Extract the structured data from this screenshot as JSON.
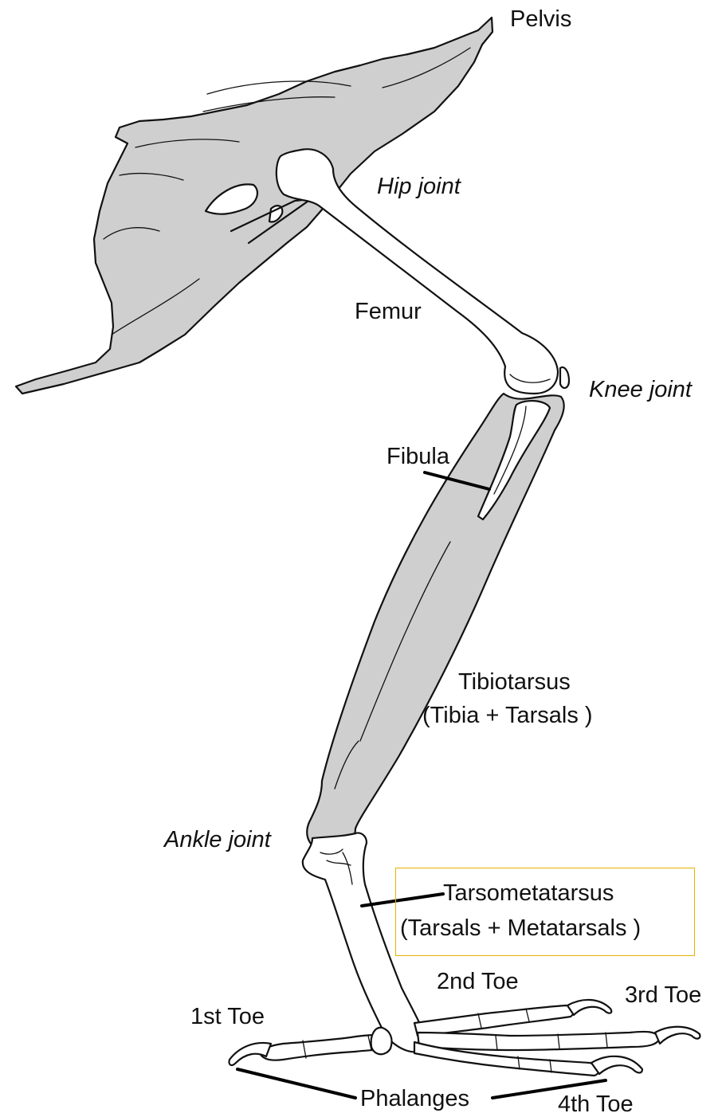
{
  "labels": {
    "pelvis": "Pelvis",
    "hip_joint": "Hip joint",
    "femur": "Femur",
    "knee_joint": "Knee joint",
    "fibula": "Fibula",
    "tibiotarsus": "Tibiotarsus",
    "tibiotarsus_detail": "(Tibia + Tarsals )",
    "ankle_joint": "Ankle joint",
    "tarsometatarsus": "Tarsometatarsus",
    "tarsometatarsus_detail": "(Tarsals + Metatarsals )",
    "toe_1": "1st Toe",
    "toe_2": "2nd Toe",
    "toe_3": "3rd Toe",
    "toe_4": "4th Toe",
    "phalanges": "Phalanges"
  },
  "colors": {
    "bone_grey": "#cfcfcf",
    "highlight": "#e8b100"
  }
}
